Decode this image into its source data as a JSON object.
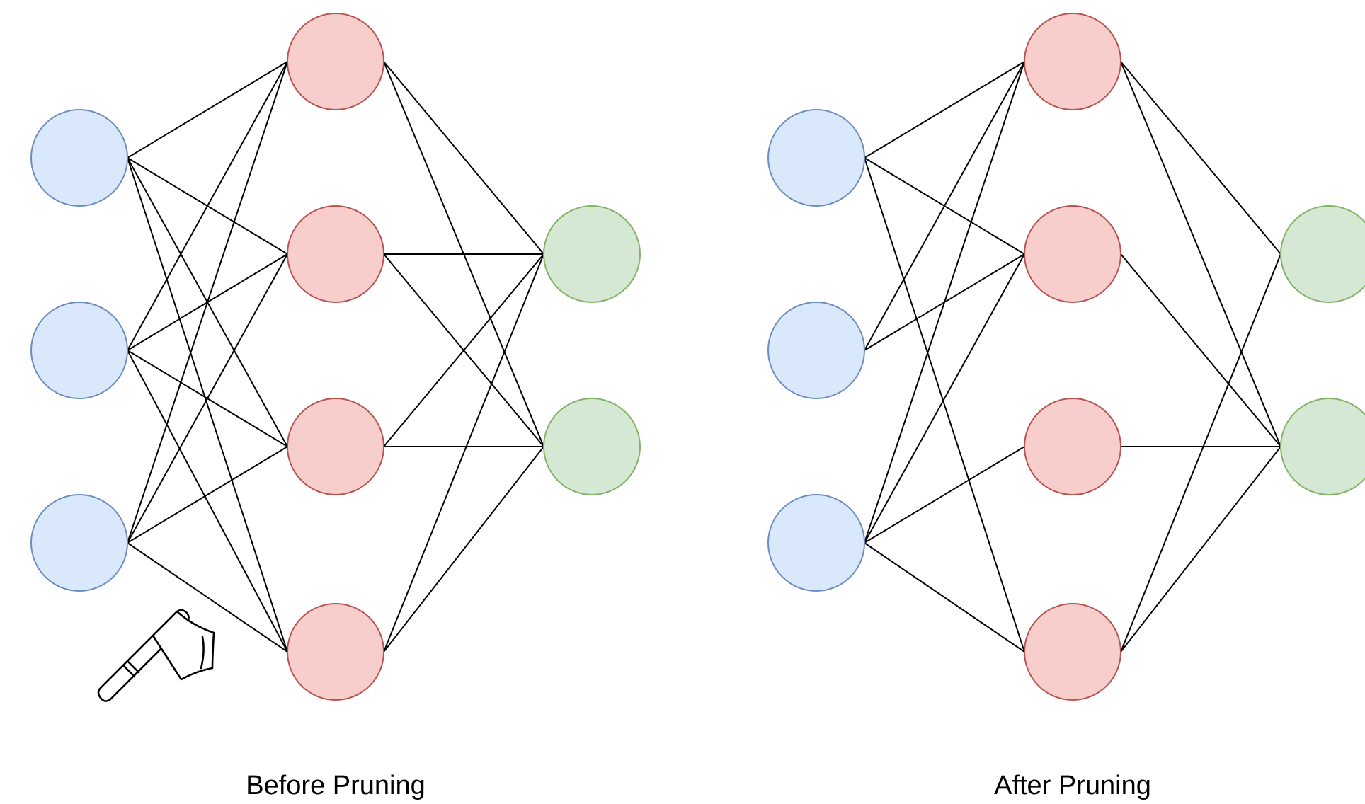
{
  "colors": {
    "input_fill": "#dae8fc",
    "input_stroke": "#6c8ebf",
    "hidden_fill": "#f8cecc",
    "hidden_stroke": "#b85450",
    "output_fill": "#d5e8d4",
    "output_stroke": "#82b366",
    "edge": "#000000"
  },
  "networks": [
    {
      "id": "before",
      "caption": "Before Pruning",
      "layers": {
        "input": 3,
        "hidden": 4,
        "output": 2
      },
      "input_hidden_edges": [
        [
          0,
          0
        ],
        [
          0,
          1
        ],
        [
          0,
          2
        ],
        [
          0,
          3
        ],
        [
          1,
          0
        ],
        [
          1,
          1
        ],
        [
          1,
          2
        ],
        [
          1,
          3
        ],
        [
          2,
          0
        ],
        [
          2,
          1
        ],
        [
          2,
          2
        ],
        [
          2,
          3
        ]
      ],
      "hidden_output_edges": [
        [
          0,
          0
        ],
        [
          0,
          1
        ],
        [
          1,
          0
        ],
        [
          1,
          1
        ],
        [
          2,
          0
        ],
        [
          2,
          1
        ],
        [
          3,
          0
        ],
        [
          3,
          1
        ]
      ]
    },
    {
      "id": "after",
      "caption": "After Pruning",
      "layers": {
        "input": 3,
        "hidden": 4,
        "output": 2
      },
      "input_hidden_edges": [
        [
          0,
          0
        ],
        [
          0,
          1
        ],
        [
          0,
          3
        ],
        [
          1,
          0
        ],
        [
          1,
          1
        ],
        [
          2,
          0
        ],
        [
          2,
          1
        ],
        [
          2,
          2
        ],
        [
          2,
          3
        ]
      ],
      "hidden_output_edges": [
        [
          0,
          0
        ],
        [
          0,
          1
        ],
        [
          1,
          1
        ],
        [
          2,
          1
        ],
        [
          3,
          0
        ],
        [
          3,
          1
        ]
      ]
    }
  ],
  "decoration": {
    "icon": "axe-icon"
  }
}
